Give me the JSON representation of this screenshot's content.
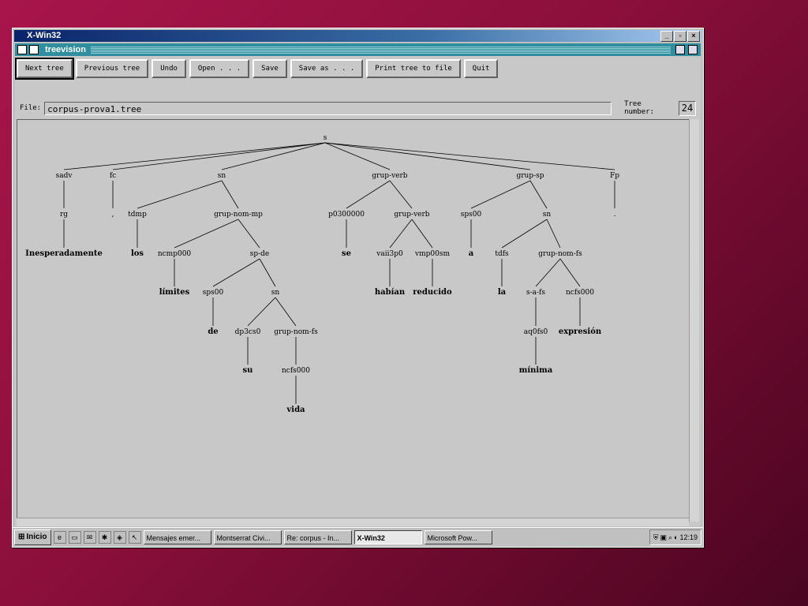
{
  "window": {
    "title": "X-Win32",
    "controls": [
      "_",
      "▫",
      "×"
    ]
  },
  "app": {
    "title": "treevision"
  },
  "toolbar": {
    "buttons": [
      "Next tree",
      "Previous tree",
      "Undo",
      "Open . . .",
      "Save",
      "Save as . . .",
      "Print tree to file",
      "Quit"
    ]
  },
  "file": {
    "label": "File:",
    "value": "corpus-prova1.tree",
    "tree_number_label": "Tree number:",
    "tree_number": "24"
  },
  "tree": {
    "nodes": [
      "s",
      "sadv",
      "fc",
      "sn",
      "grup-verb",
      "grup-sp",
      "Fp",
      "rg",
      ",",
      "tdmp",
      "grup-nom-mp",
      "p0300000",
      "grup-verb",
      "sps00",
      "sn",
      ".",
      "Inesperadamente",
      "los",
      "ncmp000",
      "sp-de",
      "se",
      "vaii3p0",
      "vmp00sm",
      "a",
      "tdfs",
      "grup-nom-fs",
      "límites",
      "sps00",
      "sn",
      "habían",
      "reducido",
      "la",
      "s-a-fs",
      "ncfs000",
      "de",
      "dp3cs0",
      "grup-nom-fs",
      "aq0fs0",
      "expresión",
      "su",
      "ncfs000",
      "mínima",
      "vida"
    ],
    "leaf_words": [
      "Inesperadamente",
      "los",
      "límites",
      "de",
      "su",
      "vida",
      "se",
      "habían",
      "reducido",
      "a",
      "la",
      "mínima",
      "expresión"
    ]
  },
  "taskbar": {
    "start": "Inicio",
    "tasks": [
      "Mensajes emer...",
      "Montserrat Civi...",
      "Re: corpus - In...",
      "X-Win32",
      "Microsoft Pow..."
    ],
    "active": "X-Win32",
    "clock": "12:19"
  }
}
